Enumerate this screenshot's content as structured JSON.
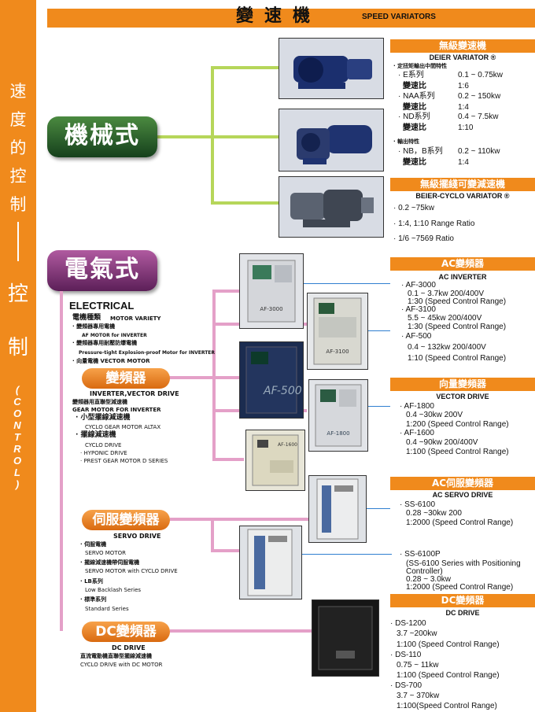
{
  "side": {
    "chars": [
      "速",
      "度",
      "的",
      "控",
      "制"
    ],
    "chars2": [
      "控",
      "制"
    ],
    "control": [
      "(",
      "C",
      "O",
      "N",
      "T",
      "R",
      "O",
      "L",
      ")"
    ]
  },
  "header": {
    "zh": "變速機",
    "en": "SPEED VARIATORS"
  },
  "mech": {
    "badge": "機械式"
  },
  "elec": {
    "badge": "電氣式",
    "en": "ELECTRICAL",
    "variety_zh": "電機種類",
    "variety_en": "MOTOR VARIETY",
    "lines": [
      "· 變頻器專用電機",
      "AF MOTOR for INVERTER",
      "· 變頻器專用耐壓防爆電機",
      "Pressure-tight Explosion-proof Motor for INVERTER",
      "· 向量電機 VECTOR MOTOR"
    ]
  },
  "inverter": {
    "badge": "變頻器",
    "en": "INVERTER,VECTOR DRIVE",
    "lines": [
      "變頻器用直聯型減速機",
      "GEAR MOTOR FOR INVERTER",
      "· 小型擺線減速機",
      "CYCLO GEAR MOTOR ALTAX",
      "· 擺線減速機",
      "CYCLO DRIVE",
      "· HYPONIC DRIVE",
      "· PREST GEAR MOTOR D SERIES"
    ]
  },
  "servo": {
    "badge": "伺服變頻器",
    "en": "SERVO DRIVE",
    "lines": [
      "· 伺服電機",
      "SERVO MOTOR",
      "· 擺線減速機帶伺服電機",
      "SERVO MOTOR with CYCLO DRIVE",
      "· LB系列",
      "Low Backlash Series",
      "· 標準系列",
      "Standard Series"
    ]
  },
  "dc": {
    "badge": "DC變頻器",
    "en": "DC DRIVE",
    "lines": [
      "直流電動機直聯型擺線減速機",
      "CYCLO DRIVE with DC MOTOR"
    ]
  },
  "images": {
    "af3000": "AF-3000",
    "af3100": "AF-3100",
    "af500": "AF-500",
    "af1800": "AF-1800",
    "af1600": "AF-1600"
  },
  "right": {
    "s1": {
      "title": "無級變速機",
      "en": "DEIER VARIATOR ®",
      "note1": "· 定扭矩輸出中間特性",
      "rows1": [
        [
          "· E系列",
          "0.1 ~ 0.75kw"
        ],
        [
          "變速比",
          "1:6"
        ],
        [
          "· NAA系列",
          "0.2 ~ 150kw"
        ],
        [
          "變速比",
          "1:4"
        ],
        [
          "· ND系列",
          "0.4 ~ 7.5kw"
        ],
        [
          "變速比",
          "1:10"
        ]
      ],
      "note2": "· 輸出特性",
      "rows2": [
        [
          "· NB，B系列",
          "0.2 ~ 110kw"
        ],
        [
          "變速比",
          "1:4"
        ]
      ]
    },
    "s2": {
      "title": "無級擺綫可變減速機",
      "en": "BEIER-CYCLO VARIATOR ®",
      "lines": [
        "· 0.2 ~75kw",
        "· 1:4, 1:10 Range Ratio",
        "· 1/6 ~7569 Ratio"
      ]
    },
    "s3": {
      "title": "AC變頻器",
      "en": "AC INVERTER",
      "lines": [
        "· AF-3000",
        "0.1 ~ 3.7kw 200/400V",
        "1:30 (Speed Control Range)",
        "· AF-3100",
        "5.5 ~ 45kw 200/400V",
        "1:30 (Speed Control Range)",
        "· AF-500",
        "0.4 ~ 132kw 200/400V",
        "1:10 (Speed Control Range)"
      ]
    },
    "s4": {
      "title": "向量變頻器",
      "en": "VECTOR DRIVE",
      "lines": [
        "· AF-1800",
        "0.4 ~30kw 200V",
        "1:200 (Speed Control Range)",
        "· AF-1600",
        "0.4 ~90kw 200/400V",
        "1:100 (Speed Control Range)"
      ]
    },
    "s5": {
      "title": "AC伺服變頻器",
      "en": "AC SERVO DRIVE",
      "lines": [
        "· SS-6100",
        "0.28 ~30kw 200",
        "1:2000 (Speed Control Range)",
        "· SS-6100P",
        "(SS-6100 Series with Positioning",
        "Controller)",
        "0.28 ~ 3.0kw",
        "1:2000 (Speed Control Range)"
      ]
    },
    "s6": {
      "title": "DC變頻器",
      "en": "DC DRIVE",
      "lines": [
        "· DS-1200",
        "3.7 ~200kw",
        "1:100 (Speed Control Range)",
        "· DS-110",
        "0.75 ~ 11kw",
        "1:100 (Speed Control Range)",
        "· DS-700",
        "3.7 ~ 370kw",
        "1:100(Speed Control Range)"
      ]
    }
  }
}
